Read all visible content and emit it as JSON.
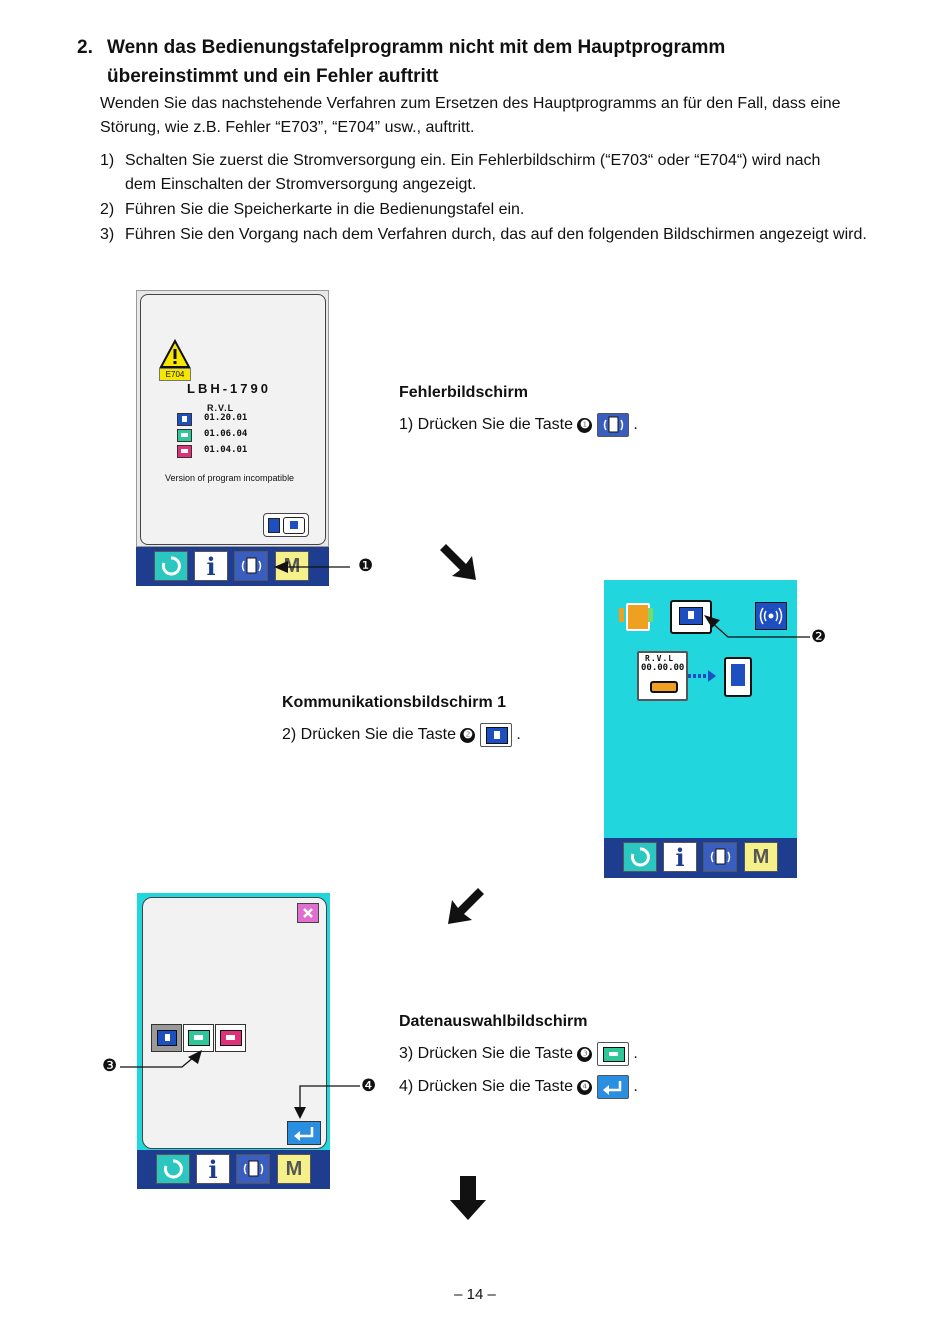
{
  "section": {
    "number": "2.",
    "title_line1": "Wenn das Bedienungstafelprogramm nicht mit dem Hauptprogramm",
    "title_line2": "übereinstimmt und ein Fehler auftritt",
    "intro_line1": "Wenden Sie das nachstehende Verfahren zum Ersetzen des Hauptprogramms an für den Fall, dass eine",
    "intro_line2": "Störung, wie z.B. Fehler “E703”, “E704” usw., auftritt."
  },
  "steps": [
    {
      "num": "1)",
      "line1": "Schalten Sie zuerst die Stromversorgung ein. Ein Fehlerbildschirm (“E703“ oder “E704“) wird nach",
      "line2": "dem Einschalten der Stromversorgung angezeigt."
    },
    {
      "num": "2)",
      "line1": "Führen Sie die Speicherkarte in die Bedienungstafel ein."
    },
    {
      "num": "3)",
      "line1": "Führen Sie den Vorgang nach dem Verfahren durch, das auf den folgenden Bildschirmen angezeigt wird."
    }
  ],
  "error_screen": {
    "error_code": "E704",
    "model": "LBH-1790",
    "rvl_label": "R.V.L",
    "versions": [
      "01.20.01",
      "01.06.04",
      "01.04.01"
    ],
    "message": "Version of program incompatible",
    "callout": "❶"
  },
  "caption1": {
    "title": "Fehlerbildschirm",
    "text": "1) Drücken Sie die Taste",
    "marker": "❶",
    "end": "."
  },
  "comm_screen": {
    "rvl_label": "R.V.L",
    "rvl_value": "00.00.00",
    "callout": "❷"
  },
  "caption2": {
    "title": "Kommunikationsbildschirm 1",
    "text": "2) Drücken Sie die Taste",
    "marker": "❷",
    "end": "."
  },
  "data_screen": {
    "callout3": "❸",
    "callout4": "❹"
  },
  "caption3": {
    "title": "Datenauswahlbildschirm",
    "line3": "3) Drücken Sie die Taste",
    "marker3": "❸",
    "line4": "4) Drücken Sie die Taste",
    "marker4": "❹",
    "end": "."
  },
  "bottom_bar": {
    "info": "i",
    "m": "M"
  },
  "page_number": "– 14 –",
  "colors": {
    "screen_cyan": "#22d6de",
    "bar_blue": "#1e3d8f",
    "warning_yellow": "#f6e600",
    "key_blue": "#1e4fc0",
    "key_green": "#2fc79a",
    "key_pink": "#e0307a"
  }
}
